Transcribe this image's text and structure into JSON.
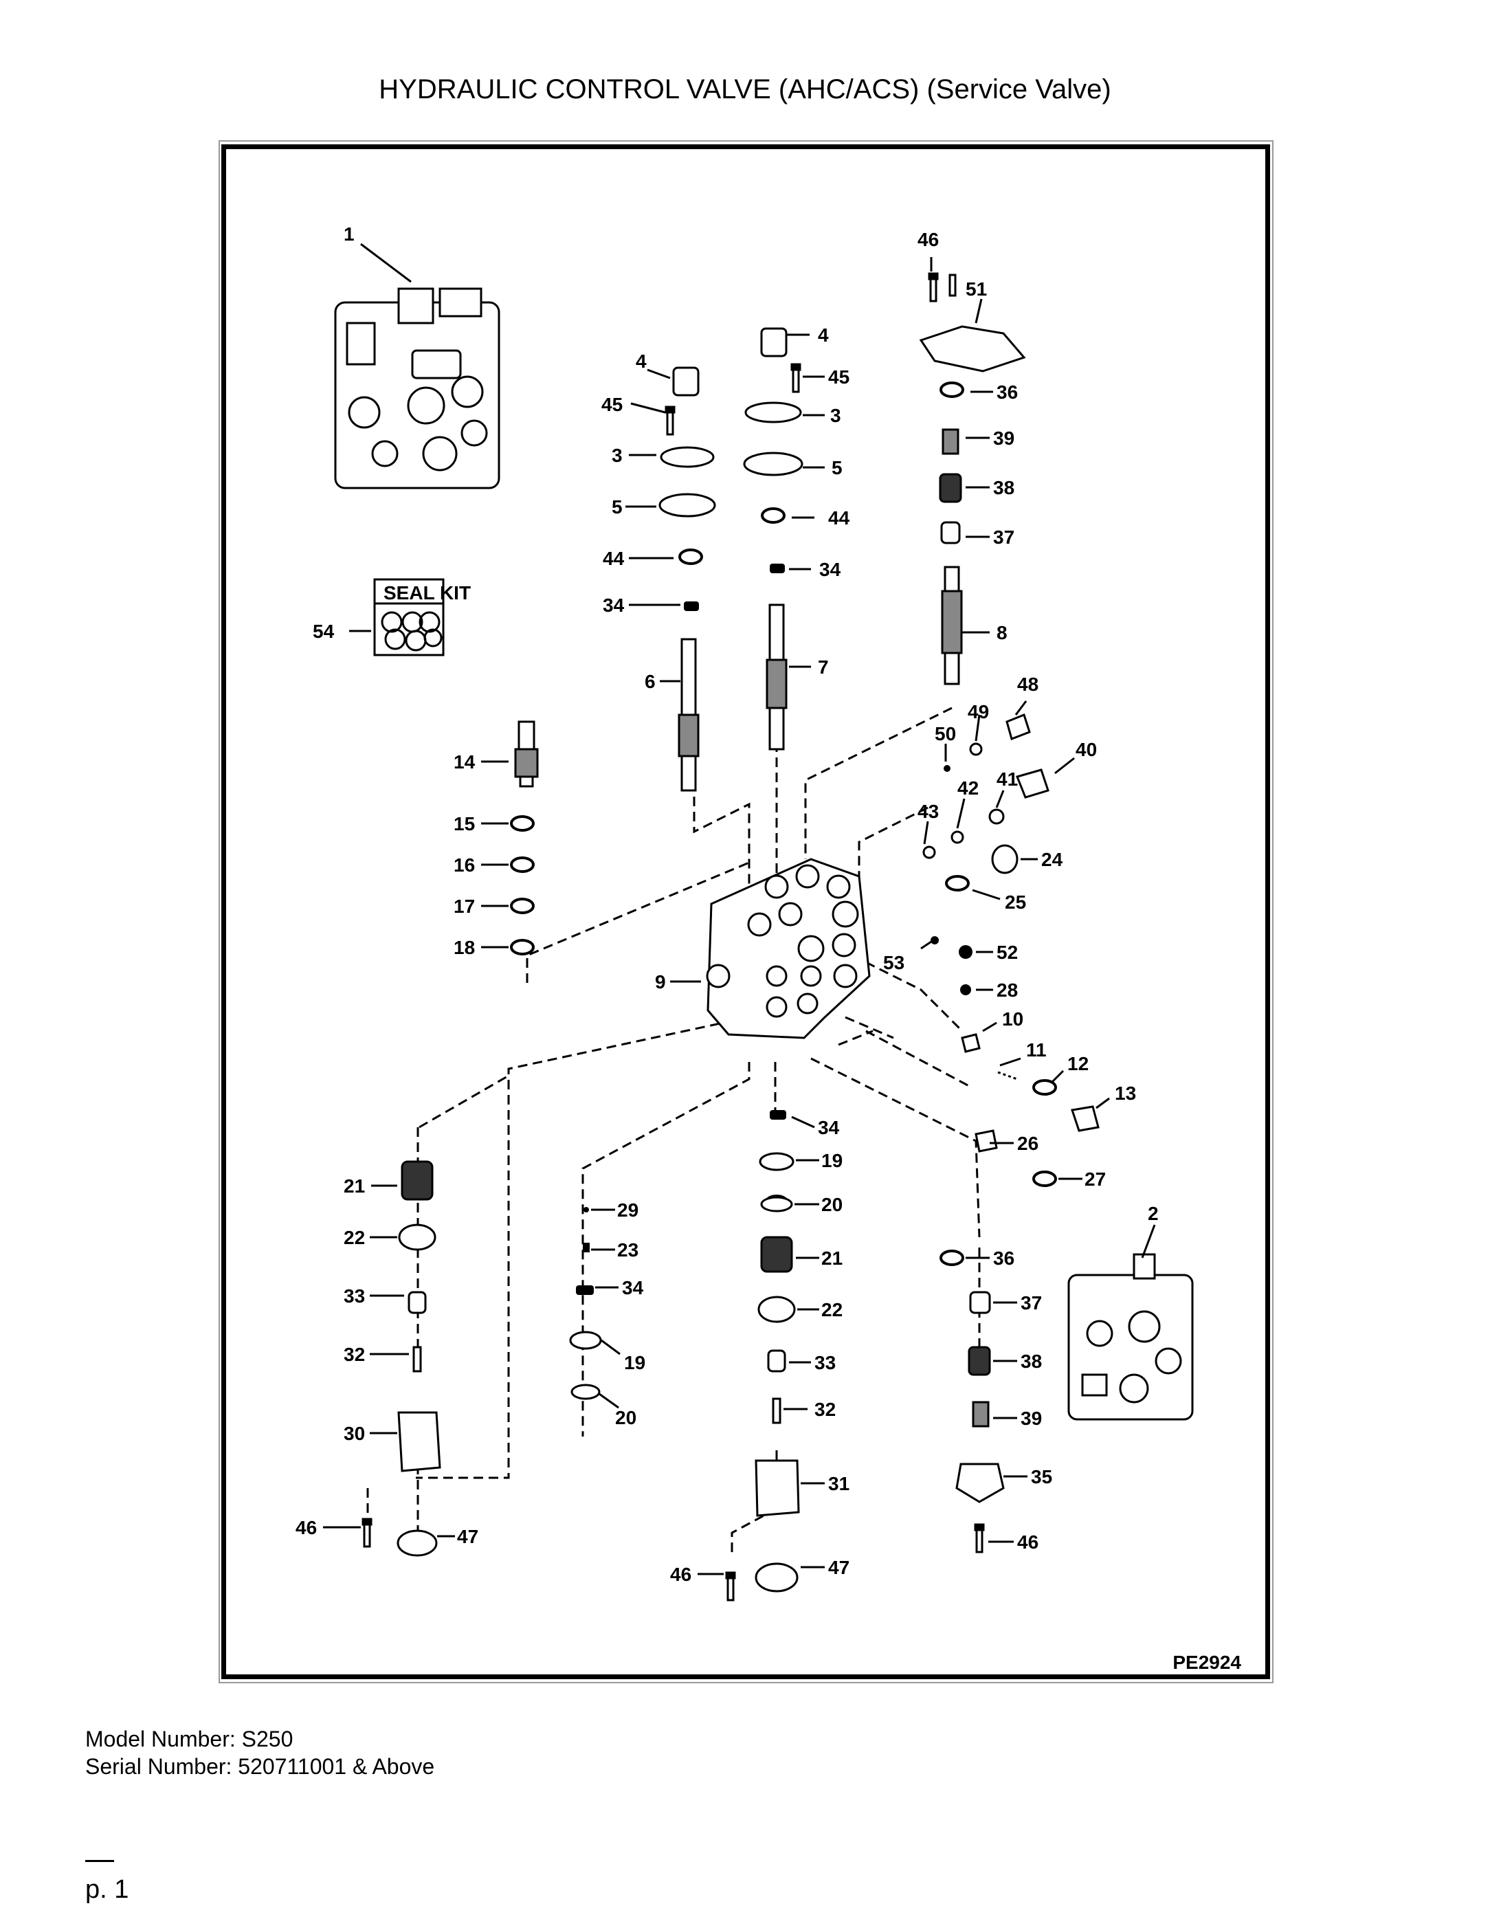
{
  "document": {
    "title": "HYDRAULIC CONTROL VALVE (AHC/ACS) (Service Valve)",
    "figure_ref": "PE2924",
    "model_number": "Model Number: S250",
    "serial_number": "Serial Number: 520711001 & Above",
    "page_number": "p. 1"
  },
  "diagram": {
    "seal_kit_label": "SEAL KIT",
    "callouts": [
      "1",
      "2",
      "3",
      "3",
      "4",
      "4",
      "5",
      "5",
      "6",
      "7",
      "8",
      "9",
      "10",
      "11",
      "12",
      "13",
      "14",
      "15",
      "16",
      "17",
      "18",
      "19",
      "19",
      "20",
      "20",
      "21",
      "21",
      "22",
      "22",
      "23",
      "24",
      "25",
      "26",
      "27",
      "28",
      "29",
      "30",
      "31",
      "32",
      "32",
      "33",
      "33",
      "34",
      "34",
      "34",
      "34",
      "35",
      "36",
      "36",
      "37",
      "37",
      "38",
      "38",
      "39",
      "39",
      "40",
      "41",
      "42",
      "43",
      "44",
      "44",
      "45",
      "45",
      "46",
      "46",
      "46",
      "46",
      "47",
      "47",
      "48",
      "49",
      "50",
      "51",
      "52",
      "53",
      "54"
    ]
  }
}
